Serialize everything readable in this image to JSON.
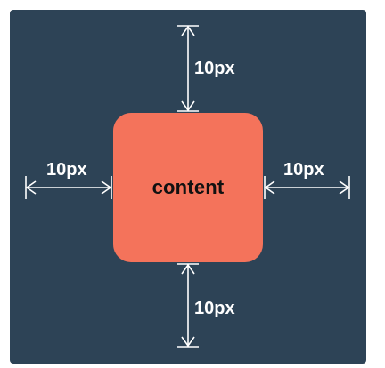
{
  "diagram": {
    "box_label": "content",
    "top_measure": "10px",
    "left_measure": "10px",
    "right_measure": "10px",
    "bottom_measure": "10px"
  },
  "colors": {
    "background": "#2d4356",
    "box": "#f4735b",
    "arrow": "#ffffff",
    "box_text": "#111111"
  }
}
